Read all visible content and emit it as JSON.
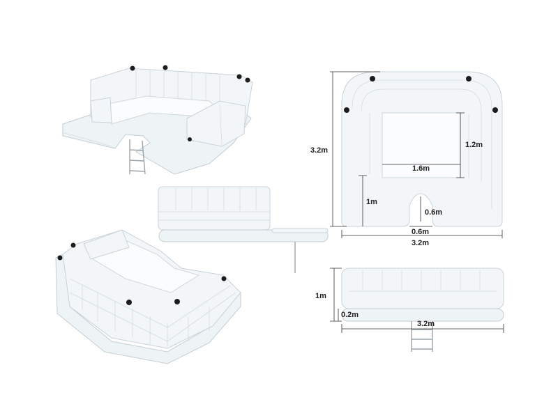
{
  "dimensions": {
    "top_overall_height": "3.2m",
    "top_inner_depth": "1.2m",
    "top_inner_width": "1.6m",
    "top_side_length": "1m",
    "top_cutout_depth": "0.6m",
    "top_cutout_width": "0.6m",
    "top_overall_width": "3.2m",
    "front_height": "1m",
    "front_base_thickness": "0.2m",
    "front_width": "3.2m"
  },
  "colors": {
    "product_white": "#f2f6f8",
    "outline": "#c4ced3",
    "cup_holder": "#1c1c1c",
    "dimension_line": "#333333"
  }
}
